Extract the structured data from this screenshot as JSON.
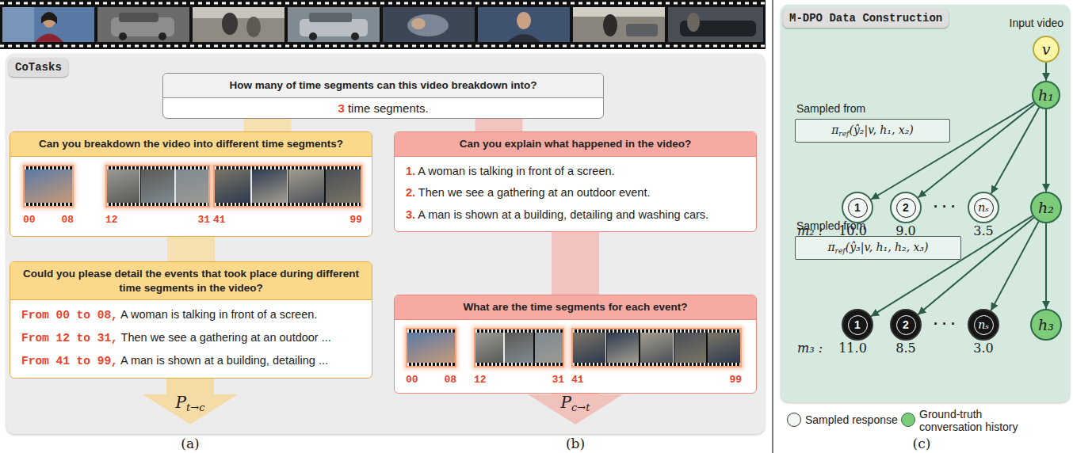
{
  "diagram": {
    "nodes": [
      {
        "text": [
          "CoTasks"
        ]
      },
      {
        "text": [
          "How many of time segments can this video breakdown into?",
          "3 time segments."
        ],
        "in": 0
      },
      {
        "text": [
          "Can you breakdown the video into different time segments?",
          "00",
          "08",
          "12",
          "31",
          "41",
          "99"
        ],
        "in": 0
      },
      {
        "text": [
          "Could you please detail the events that took place during different time segments in the video?",
          "From 00 to 08, A woman is talking in front of a screen.",
          "From 12 to 31, Then we see a gathering at an outdoor ...",
          "From 41 to 99, A man is shown at a building, detailing ..."
        ],
        "in": 0
      },
      {
        "text": [
          "Can you explain what happened in the video?",
          "1. A woman is talking in front of a screen.",
          "2. Then we see a gathering at an outdoor event.",
          "3. A man is shown at a building, detailing and washing cars."
        ],
        "in": 0
      },
      {
        "text": [
          "What are the time segments for each event?",
          "00",
          "08",
          "12",
          "31",
          "41",
          "99"
        ],
        "in": 0
      },
      {
        "text": [
          "M-DPO Data Construction"
        ]
      },
      {
        "text": [
          "Input video",
          "v"
        ],
        "in": 6
      },
      {
        "text": [
          "h₁"
        ],
        "in": 6
      },
      {
        "text": [
          "Sampled from",
          "πref(ŷ₂|v, h₁, x₂)"
        ],
        "in": 6
      },
      {
        "text": [
          "1"
        ],
        "in": 6
      },
      {
        "text": [
          "2"
        ],
        "in": 6
      },
      {
        "text": [
          "nₛ"
        ],
        "in": 6
      },
      {
        "text": [
          "h₂"
        ],
        "in": 6
      },
      {
        "text": [
          "Sampled from",
          "πref(ŷ₃|v, h₁, h₂, x₃)"
        ],
        "in": 6
      },
      {
        "text": [
          "1"
        ],
        "in": 6
      },
      {
        "text": [
          "2"
        ],
        "in": 6
      },
      {
        "text": [
          "nₛ"
        ],
        "in": 6
      },
      {
        "text": [
          "h₃"
        ],
        "in": 6
      }
    ],
    "edges": [
      {
        "from": 1,
        "to": 2,
        "arrow": "none"
      },
      {
        "from": 2,
        "to": 3,
        "arrow": "none"
      },
      {
        "from": 1,
        "to": 4,
        "arrow": "none"
      },
      {
        "from": 4,
        "to": 5,
        "arrow": "none"
      },
      {
        "from": 7,
        "to": 8,
        "arrow": "to"
      },
      {
        "from": 8,
        "to": 10,
        "arrow": "to"
      },
      {
        "from": 8,
        "to": 11,
        "arrow": "to"
      },
      {
        "from": 8,
        "to": 12,
        "arrow": "to"
      },
      {
        "from": 8,
        "to": 13,
        "arrow": "to"
      },
      {
        "from": 13,
        "to": 15,
        "arrow": "to"
      },
      {
        "from": 13,
        "to": 16,
        "arrow": "to"
      },
      {
        "from": 13,
        "to": 17,
        "arrow": "to"
      },
      {
        "from": 13,
        "to": 18,
        "arrow": "to"
      }
    ],
    "labels": [
      "· · ·",
      "m₂ :",
      "10.0",
      "9.0",
      "3.5",
      "· · ·",
      "m₃ :",
      "11.0",
      "8.5",
      "3.0",
      "Pt→c",
      "Pc→t",
      "(a)",
      "(b)",
      "(c)"
    ],
    "legend": [
      {
        "text": "Sampled response",
        "color": "#f2f7f3"
      },
      {
        "text": "Ground-truth conversation history",
        "color": "#7dcc7a"
      }
    ]
  }
}
